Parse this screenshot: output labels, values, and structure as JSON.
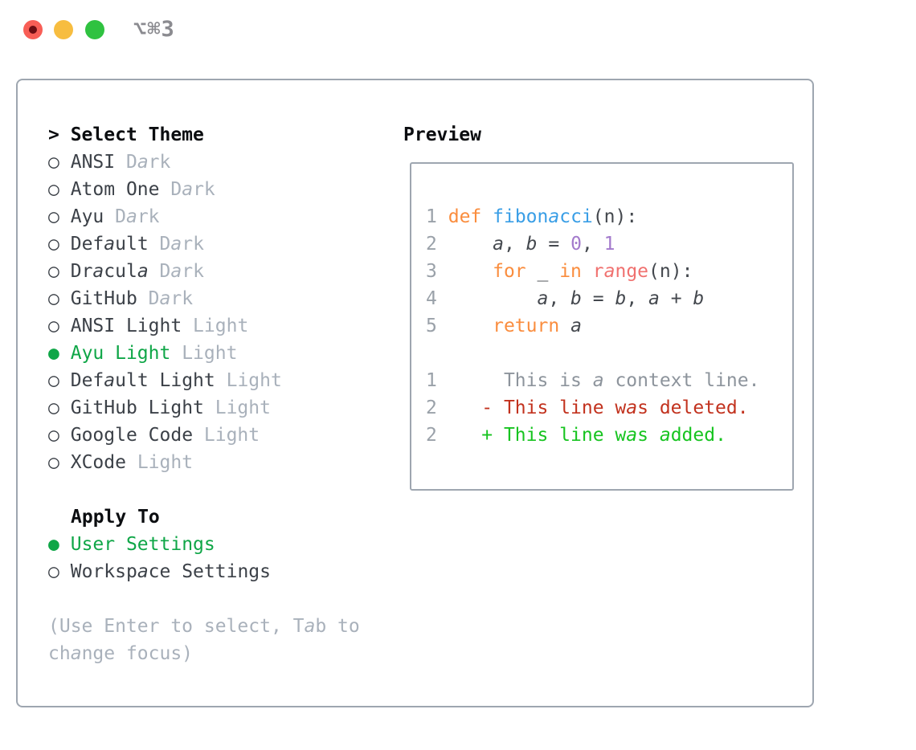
{
  "titlebar": {
    "shortcut": "⌥⌘3",
    "buttons": [
      "close",
      "minimize",
      "zoom"
    ]
  },
  "colors": {
    "selection_green": "#0FA647",
    "diff_added_green": "#17C420",
    "diff_deleted_red": "#C2321E",
    "keyword_orange": "#FA8D3E",
    "function_blue": "#399EE6",
    "number_purple": "#A37ACC",
    "range_coral": "#F0716F",
    "muted_gray": "#A9B1BB",
    "border_gray": "#9EA6B0",
    "traffic_red": "#F85E56",
    "traffic_yellow": "#F7BD40",
    "traffic_green": "#2FC240"
  },
  "theme_picker": {
    "cursor": "> ",
    "title": "Select Theme",
    "radio_glyph": "○",
    "radio_selected_glyph": "●",
    "items": [
      {
        "name": "ANSI",
        "variant": "Dark",
        "selected": false
      },
      {
        "name": "Atom One",
        "variant": "Dark",
        "selected": false
      },
      {
        "name": "Ayu",
        "variant": "Dark",
        "selected": false
      },
      {
        "name": "Default",
        "variant": "Dark",
        "selected": false
      },
      {
        "name": "Dracula",
        "variant": "Dark",
        "selected": false
      },
      {
        "name": "GitHub",
        "variant": "Dark",
        "selected": false
      },
      {
        "name": "ANSI Light",
        "variant": "Light",
        "selected": false
      },
      {
        "name": "Ayu Light",
        "variant": "Light",
        "selected": true
      },
      {
        "name": "Default Light",
        "variant": "Light",
        "selected": false
      },
      {
        "name": "GitHub Light",
        "variant": "Light",
        "selected": false
      },
      {
        "name": "Google Code",
        "variant": "Light",
        "selected": false
      },
      {
        "name": "XCode",
        "variant": "Light",
        "selected": false
      }
    ]
  },
  "apply_to": {
    "title": "Apply To",
    "options": [
      {
        "label": "User Settings",
        "selected": true
      },
      {
        "label": "Workspace Settings",
        "selected": false
      }
    ]
  },
  "hints": [
    "(Use Enter to select, Tab to",
    "change focus)"
  ],
  "preview": {
    "title": "Preview",
    "lines": [
      [
        {
          "s": "ln",
          "t": "1"
        },
        {
          "s": "code",
          "t": " "
        },
        {
          "s": "kw",
          "t": "def"
        },
        {
          "s": "code",
          "t": " "
        },
        {
          "s": "fn",
          "t": "fibonacci"
        },
        {
          "s": "code",
          "t": "(n):"
        }
      ],
      [
        {
          "s": "ln",
          "t": "2"
        },
        {
          "s": "code",
          "t": "     "
        },
        {
          "s": "var",
          "t": "a"
        },
        {
          "s": "code",
          "t": ", "
        },
        {
          "s": "var",
          "t": "b"
        },
        {
          "s": "code",
          "t": " = "
        },
        {
          "s": "num",
          "t": "0"
        },
        {
          "s": "code",
          "t": ", "
        },
        {
          "s": "num",
          "t": "1"
        }
      ],
      [
        {
          "s": "ln",
          "t": "3"
        },
        {
          "s": "code",
          "t": "     "
        },
        {
          "s": "kw",
          "t": "for"
        },
        {
          "s": "code",
          "t": " _ "
        },
        {
          "s": "kw",
          "t": "in"
        },
        {
          "s": "code",
          "t": " "
        },
        {
          "s": "rng",
          "t": "range"
        },
        {
          "s": "code",
          "t": "(n):"
        }
      ],
      [
        {
          "s": "ln",
          "t": "4"
        },
        {
          "s": "code",
          "t": "         "
        },
        {
          "s": "var",
          "t": "a"
        },
        {
          "s": "code",
          "t": ", "
        },
        {
          "s": "var",
          "t": "b"
        },
        {
          "s": "code",
          "t": " = "
        },
        {
          "s": "var",
          "t": "b"
        },
        {
          "s": "code",
          "t": ", "
        },
        {
          "s": "var",
          "t": "a"
        },
        {
          "s": "code",
          "t": " + "
        },
        {
          "s": "var",
          "t": "b"
        }
      ],
      [
        {
          "s": "ln",
          "t": "5"
        },
        {
          "s": "code",
          "t": "     "
        },
        {
          "s": "kw",
          "t": "return"
        },
        {
          "s": "code",
          "t": " "
        },
        {
          "s": "var",
          "t": "a"
        }
      ],
      [],
      [
        {
          "s": "ln",
          "t": "1"
        },
        {
          "s": "code",
          "t": "      "
        },
        {
          "s": "ctx",
          "t": "This is a context line."
        }
      ],
      [
        {
          "s": "ln",
          "t": "2"
        },
        {
          "s": "code",
          "t": "    "
        },
        {
          "s": "del",
          "t": "- This line was deleted."
        }
      ],
      [
        {
          "s": "ln",
          "t": "2"
        },
        {
          "s": "code",
          "t": "    "
        },
        {
          "s": "add",
          "t": "+ This line was added."
        }
      ]
    ]
  }
}
